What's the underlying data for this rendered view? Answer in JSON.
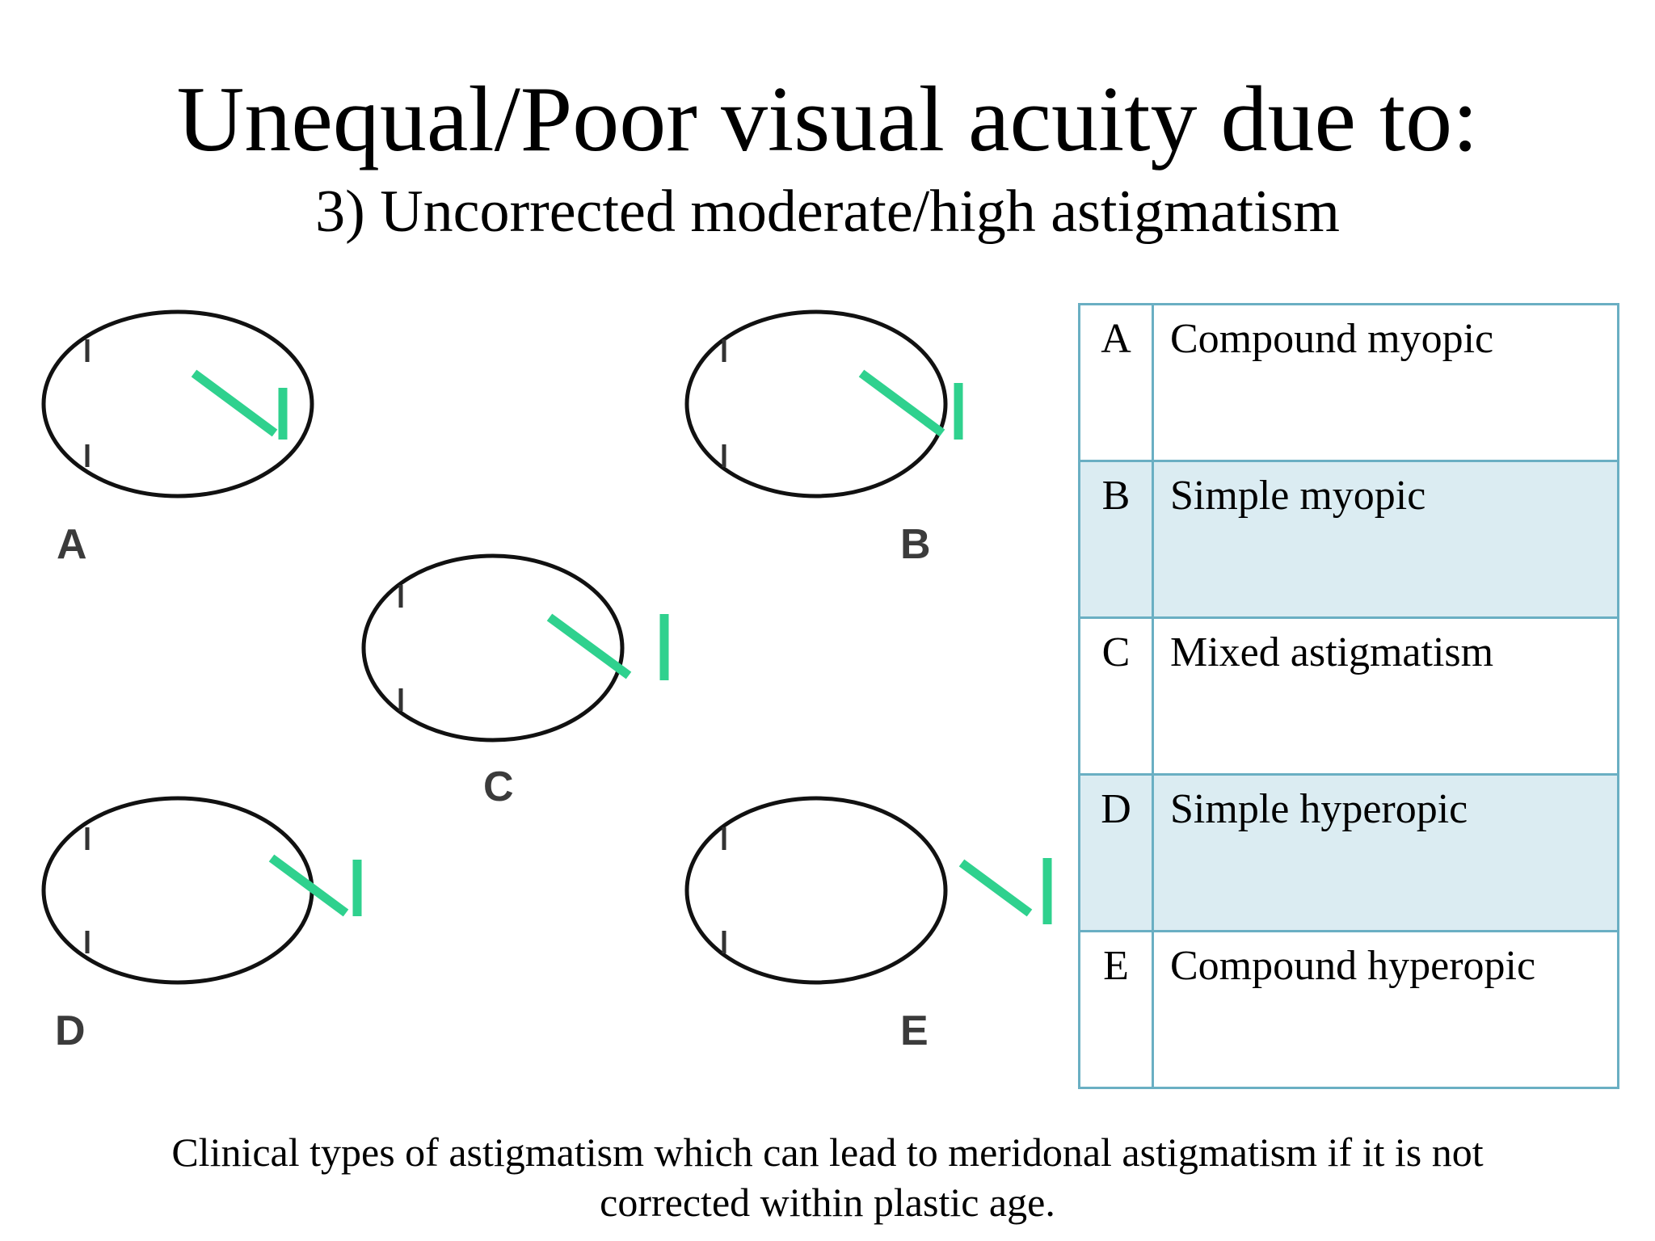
{
  "slide": {
    "title": "Unequal/Poor visual acuity due to:",
    "subtitle": "3) Uncorrected moderate/high astigmatism",
    "caption_line1": "Clinical types of astigmatism which can lead to meridonal astigmatism if it is not",
    "caption_line2": "corrected within plastic age."
  },
  "diagram": {
    "labels": [
      "A",
      "B",
      "C",
      "D",
      "E"
    ],
    "line_color": "#2fd18e",
    "outline_color": "#111111"
  },
  "table": {
    "rows": [
      {
        "letter": "A",
        "type": "Compound myopic"
      },
      {
        "letter": "B",
        "type": "Simple myopic"
      },
      {
        "letter": "C",
        "type": "Mixed astigmatism"
      },
      {
        "letter": "D",
        "type": "Simple hyperopic"
      },
      {
        "letter": "E",
        "type": "Compound hyperopic"
      }
    ],
    "border_color": "#6aafc3",
    "shade_color": "#dbecf2"
  }
}
